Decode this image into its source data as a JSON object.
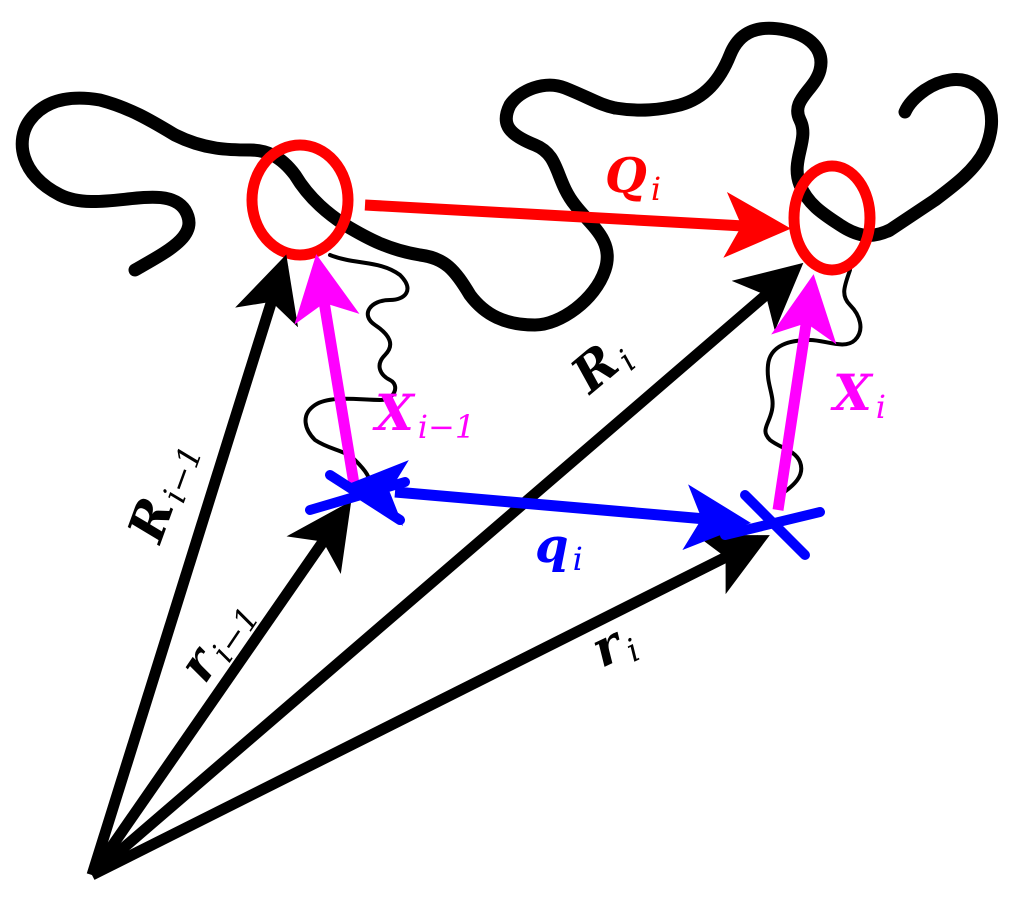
{
  "colors": {
    "black": "#000000",
    "red": "#ff0000",
    "blue": "#0000ff",
    "magenta": "#ff00ff"
  },
  "labels": {
    "Q_i": {
      "main": "Q",
      "sub": "i"
    },
    "q_i": {
      "main": "q",
      "sub": "i"
    },
    "X_im1": {
      "main": "X",
      "sub": "i−1"
    },
    "X_i": {
      "main": "X",
      "sub": "i"
    },
    "R_i": {
      "main": "R",
      "sub": "i"
    },
    "R_im1": {
      "main": "R",
      "sub": "i−1"
    },
    "r_im1": {
      "main": "r",
      "sub": "i−1"
    },
    "r_i": {
      "main": "r",
      "sub": "i"
    }
  }
}
